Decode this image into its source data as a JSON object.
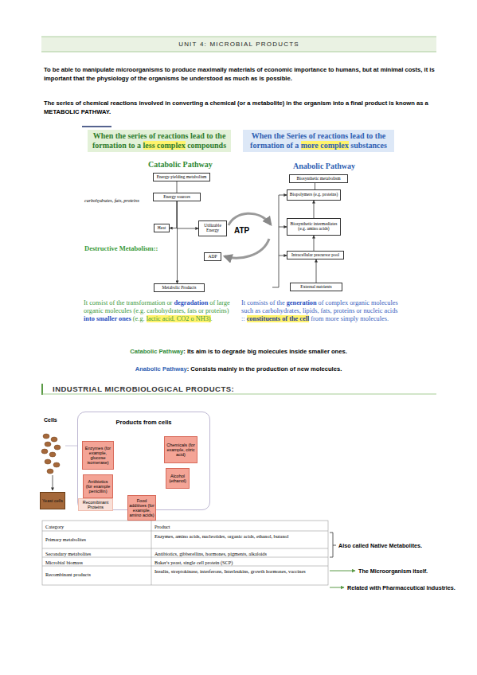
{
  "diagram": {
    "title": "UNIT 4: MICROBIAL PRODUCTS",
    "nodes": [
      {
        "text": [
          "When the series of reactions lead to the formation to a less complex compounds"
        ]
      },
      {
        "text": [
          "When the Series of reactions lead to the formation of a more complex substances"
        ]
      },
      {
        "text": [
          "Energy-yielding metabolism"
        ]
      },
      {
        "text": [
          "Energy sources"
        ]
      },
      {
        "text": [
          "Heat"
        ]
      },
      {
        "text": [
          "Utilizable Energy"
        ]
      },
      {
        "text": [
          "ADP"
        ]
      },
      {
        "text": [
          "Metabolic Products"
        ]
      },
      {
        "text": [
          "Biosynthetic metabolism"
        ]
      },
      {
        "text": [
          "Biopolymers (e.g. proteins)"
        ]
      },
      {
        "text": [
          "Biosynthetic intermediates (e.g. amino acids)"
        ]
      },
      {
        "text": [
          "Intracellular precursor pool"
        ]
      },
      {
        "text": [
          "External nutrients"
        ]
      },
      {
        "text": [
          "Yeast cells"
        ]
      },
      {
        "text": [
          "Products from cells"
        ]
      },
      {
        "text": [
          "Enzymes (for example, glucose isomerase)"
        ],
        "in": 14
      },
      {
        "text": [
          "Chemicals (for example, citric acid)"
        ],
        "in": 14
      },
      {
        "text": [
          "Antibiotics (for example penicillin)"
        ],
        "in": 14
      },
      {
        "text": [
          "Alcohol (ethanol)"
        ],
        "in": 14
      },
      {
        "text": [
          "Recombinant Proteins"
        ],
        "in": 14
      },
      {
        "text": [
          "Food additives (for example, amino acids)"
        ],
        "in": 14
      }
    ],
    "edges": [
      {
        "from": 2,
        "to": 3,
        "arrow": "none"
      },
      {
        "from": 3,
        "to": 4,
        "arrow": "to"
      },
      {
        "from": 3,
        "to": 5,
        "arrow": "to"
      },
      {
        "from": 3,
        "to": 7,
        "arrow": "to"
      },
      {
        "from": 8,
        "to": 9,
        "arrow": "none"
      },
      {
        "from": 12,
        "to": 11,
        "arrow": "to"
      },
      {
        "from": 11,
        "to": 10,
        "arrow": "to"
      },
      {
        "from": 10,
        "to": 9,
        "arrow": "to"
      }
    ],
    "labels": [
      "To be able to manipulate microorganisms to produce maximally materials of economic importance to humans, but at minimal costs, it is important that the physiology of the organisms be understood as much as is possible.",
      "The series of chemical reactions involved in converting a chemical (or a metabolite) in the organism into a final product is known as a METABOLIC PATHWAY.",
      "Catabolic Pathway",
      "Anabolic Pathway",
      "carbohydrates, fats, proteins",
      "ATP",
      "Destructive Metabolism::",
      "It consist of the transformation or degradation of large organic molecules (e.g. carbohydrates, fats or proteins) into smaller ones (e.g. lactic acid, CO2 o NH3).",
      "It consists of the generation of complex organic molecules such as carbohydrates, lipids, fats, proteins or nucleic acids :: constituents of the cell from more simply molecules.",
      "Catabolic Pathway: Its aim is to degrade big molecules inside smaller ones.",
      "Anabolic Pathway: Consists mainly in the production of new molecules.",
      "INDUSTRIAL MICROBIOLOGICAL PRODUCTS:",
      "Cells",
      "Category",
      "Product",
      "Primary metabolites",
      "Enzymes, amino acids, nucleotides, organic acids, ethanol, butanol",
      "Secondary metabolites",
      "Antibiotics, gibberellins, hormones, pigments, alkaloids",
      "Microbial biomass",
      "Baker's yeast, single cell protein (SCP)",
      "Recombinant products",
      "Insulin, streptokinase, interferons, Interleukins, growth hormones, vaccines",
      "Also called Native Metabolites.",
      "The Microorganism itself.",
      "Related with Pharmaceutical Industries."
    ]
  }
}
